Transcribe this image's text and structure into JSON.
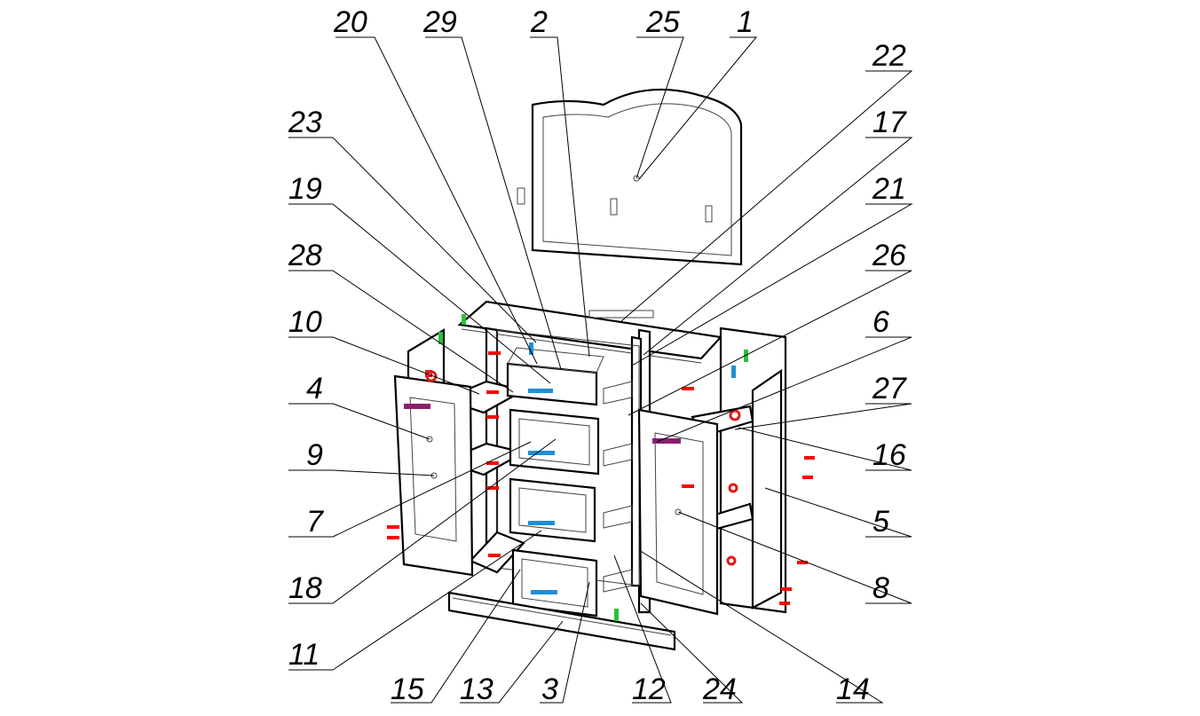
{
  "diagram": {
    "colors": {
      "line": "#000000",
      "fitting_red": "#ff0000",
      "handle_blue": "#1f8fd6",
      "handle_purple": "#8a1f6e",
      "bracket_green": "#2bbf3a",
      "hinge_red": "#e21b1b"
    },
    "callouts": [
      {
        "id": "c20",
        "label": "20"
      },
      {
        "id": "c29",
        "label": "29"
      },
      {
        "id": "c2",
        "label": "2"
      },
      {
        "id": "c25",
        "label": "25"
      },
      {
        "id": "c1",
        "label": "1"
      },
      {
        "id": "c22",
        "label": "22"
      },
      {
        "id": "c23",
        "label": "23"
      },
      {
        "id": "c17",
        "label": "17"
      },
      {
        "id": "c19",
        "label": "19"
      },
      {
        "id": "c21",
        "label": "21"
      },
      {
        "id": "c28",
        "label": "28"
      },
      {
        "id": "c26",
        "label": "26"
      },
      {
        "id": "c10",
        "label": "10"
      },
      {
        "id": "c6",
        "label": "6"
      },
      {
        "id": "c4",
        "label": "4"
      },
      {
        "id": "c27",
        "label": "27"
      },
      {
        "id": "c9",
        "label": "9"
      },
      {
        "id": "c16",
        "label": "16"
      },
      {
        "id": "c7",
        "label": "7"
      },
      {
        "id": "c5",
        "label": "5"
      },
      {
        "id": "c18",
        "label": "18"
      },
      {
        "id": "c8",
        "label": "8"
      },
      {
        "id": "c11",
        "label": "11"
      },
      {
        "id": "c15",
        "label": "15"
      },
      {
        "id": "c13",
        "label": "13"
      },
      {
        "id": "c3",
        "label": "3"
      },
      {
        "id": "c12",
        "label": "12"
      },
      {
        "id": "c24",
        "label": "24"
      },
      {
        "id": "c14",
        "label": "14"
      }
    ]
  }
}
